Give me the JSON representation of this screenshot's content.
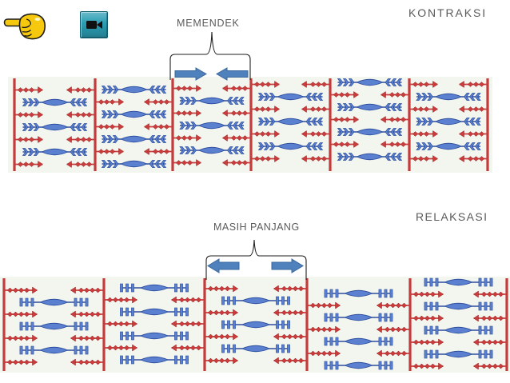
{
  "navigation": {
    "back_button": {
      "icon": "pointing-hand-icon"
    },
    "video_button": {
      "icon": "video-camera-icon"
    }
  },
  "contraction": {
    "title": "KONTRAKSI",
    "bracket_label": "MEMENDEK",
    "arrows": [
      {
        "icon": "arrow-right-icon"
      },
      {
        "icon": "arrow-left-icon"
      }
    ]
  },
  "relaxation": {
    "title": "RELAKSASI",
    "bracket_label": "MASIH PANJANG",
    "arrows": [
      {
        "icon": "arrow-left-icon"
      },
      {
        "icon": "arrow-right-icon"
      }
    ]
  },
  "colors": {
    "label_text": "#5a5a5a",
    "z_line": "#c43b3b",
    "actin": "#cc3c3c",
    "actin_outline": "#8f1f1f",
    "myosin": "#5b80d0",
    "myosin_outline": "#2e4f9f",
    "arrow_fill": "#4f81bd",
    "arrow_outline": "#3a679e",
    "band_background": "#f3f6ee",
    "bracket": "#1f1f1f",
    "hand_fill": "#f6c90e",
    "video_button": "#2b9db3"
  }
}
